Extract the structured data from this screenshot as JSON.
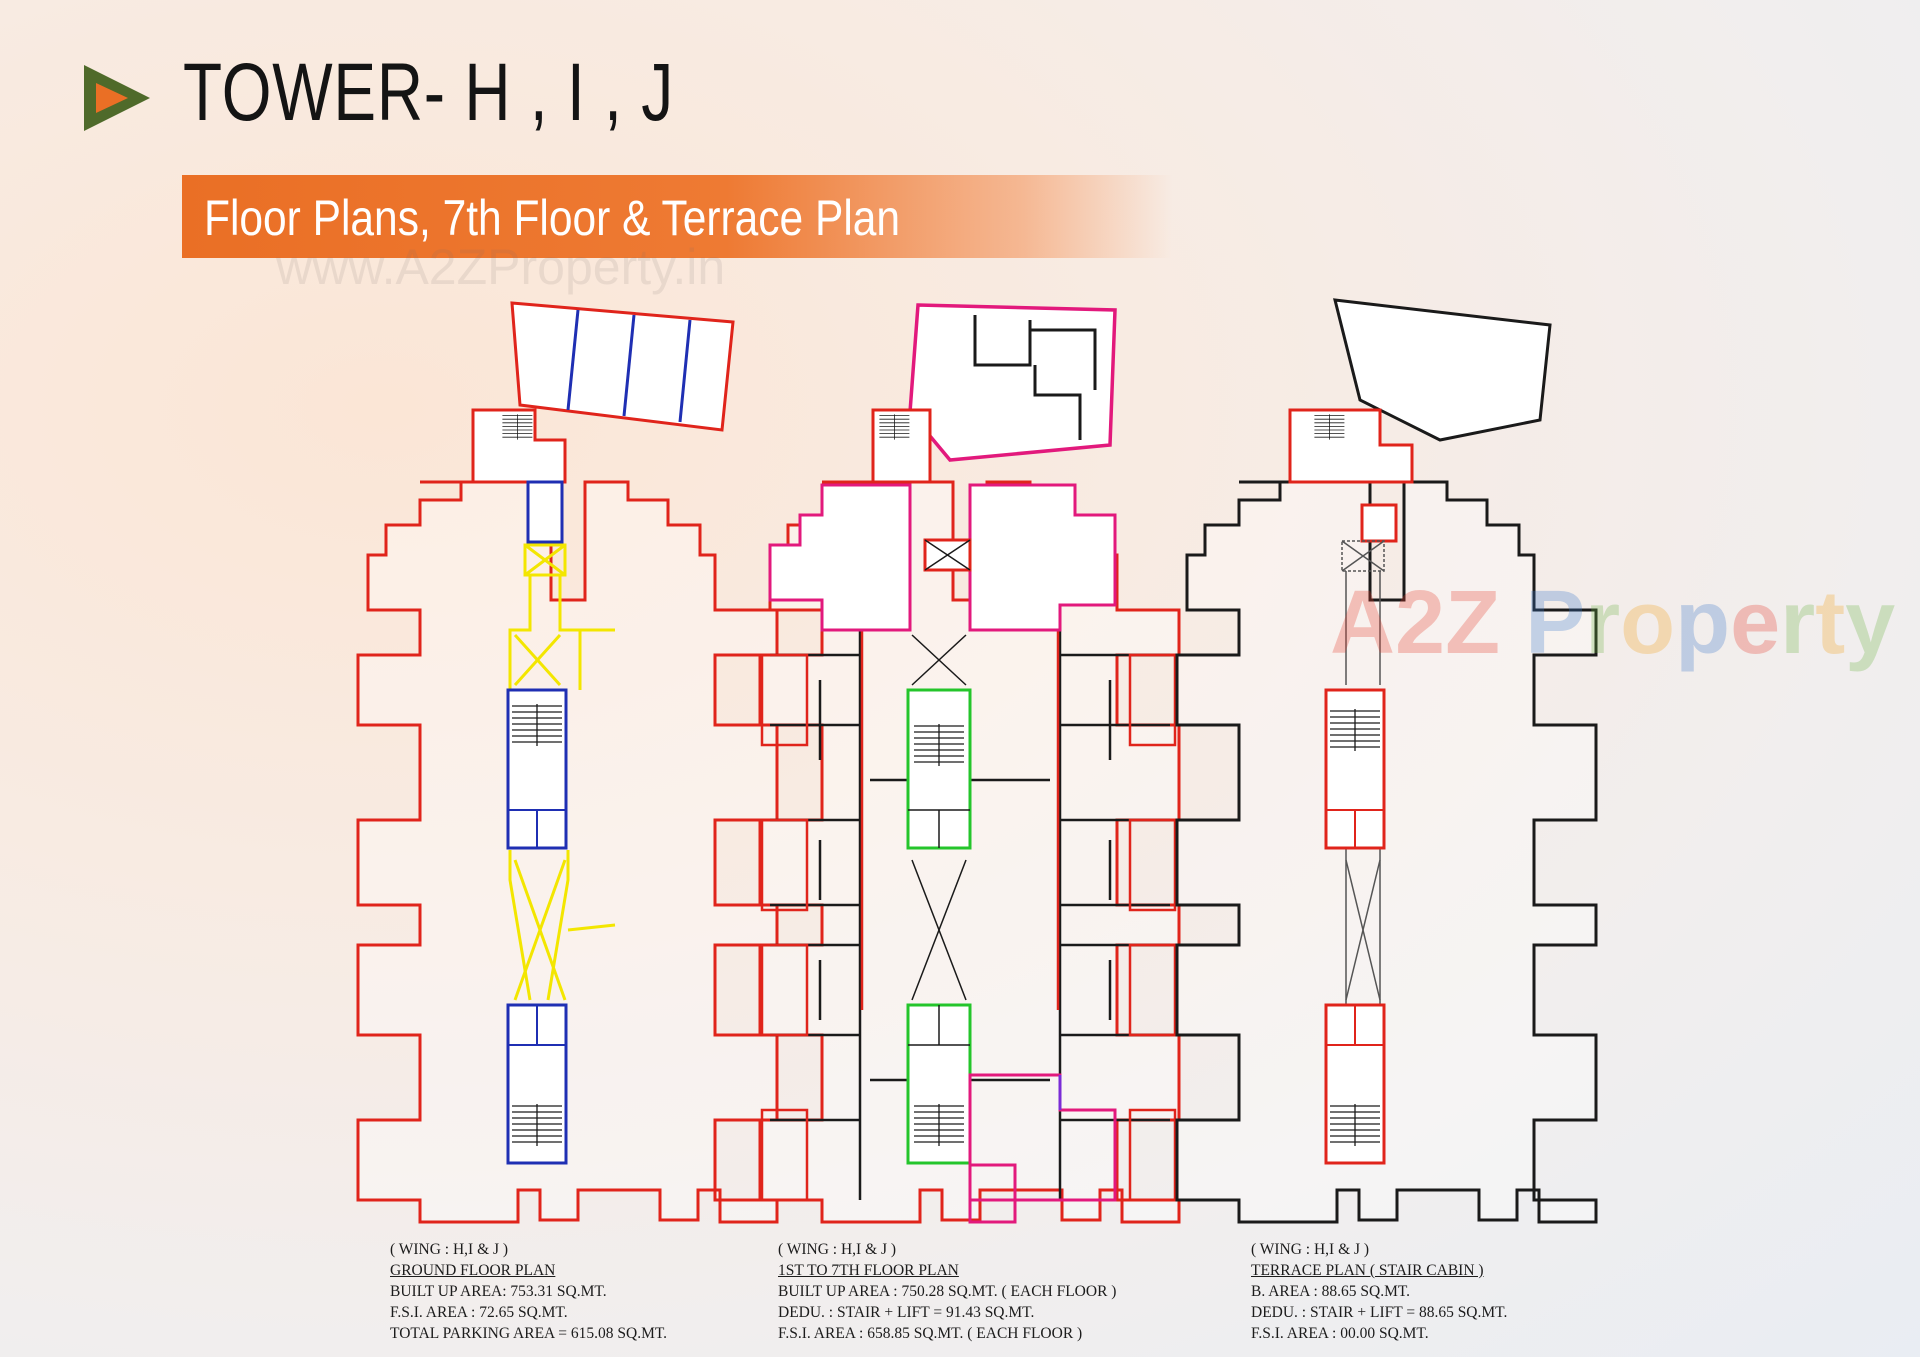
{
  "header": {
    "title": "TOWER- H , I , J",
    "subtitle": "Floor Plans, 7th Floor & Terrace Plan"
  },
  "watermark": {
    "url": "www.A2ZProperty.in",
    "logo": "A2Z Property"
  },
  "colors": {
    "accent_orange": "#ea6f25",
    "icon_green": "#4f6a2a",
    "plan_red": "#e0241b",
    "plan_blue": "#1f2fb3",
    "plan_yellow": "#f3e600",
    "plan_magenta": "#e2197c",
    "plan_green": "#24c52b",
    "plan_black": "#1a1a1a"
  },
  "plans": [
    {
      "wing": "( WING : H,I & J )",
      "name": "GROUND FLOOR PLAN",
      "lines": [
        "BUILT UP AREA: 753.31 SQ.MT.",
        "F.S.I. AREA : 72.65 SQ.MT.",
        "TOTAL PARKING AREA = 615.08 SQ.MT."
      ]
    },
    {
      "wing": "( WING : H,I & J )",
      "name": "1ST TO 7TH FLOOR PLAN",
      "lines": [
        "BUILT UP AREA : 750.28 SQ.MT. ( EACH FLOOR )",
        "DEDU. : STAIR + LIFT  = 91.43 SQ.MT.",
        "F.S.I. AREA : 658.85 SQ.MT.  ( EACH FLOOR )"
      ]
    },
    {
      "wing": "( WING : H,I & J )",
      "name": "TERRACE PLAN ( STAIR CABIN )",
      "lines": [
        "B. AREA : 88.65 SQ.MT.",
        "DEDU. : STAIR + LIFT  = 88.65 SQ.MT.",
        "F.S.I. AREA : 00.00 SQ.MT."
      ]
    }
  ]
}
